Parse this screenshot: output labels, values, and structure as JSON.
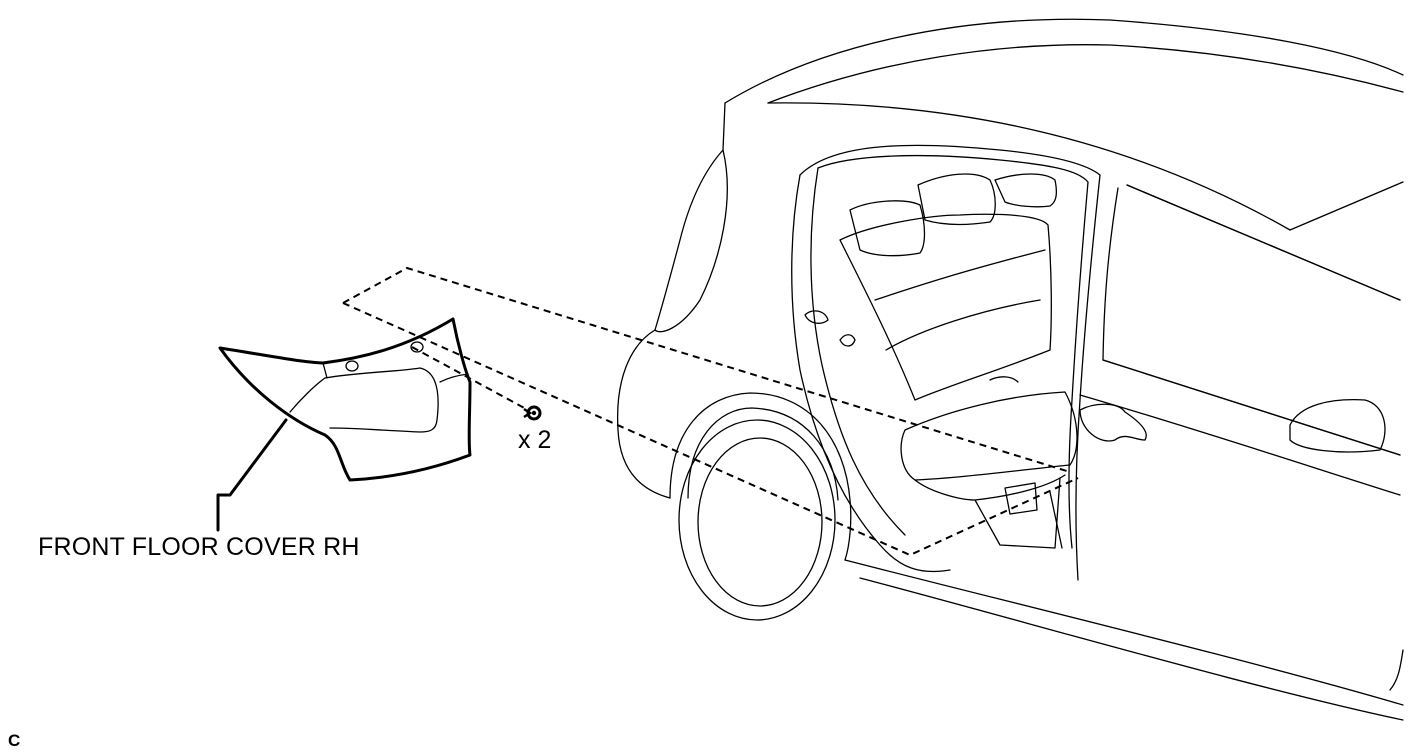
{
  "part": {
    "label": "FRONT FLOOR COVER RH"
  },
  "fastener": {
    "quantity_label": "x 2",
    "icon": "clip-icon"
  },
  "corner_code": "C"
}
